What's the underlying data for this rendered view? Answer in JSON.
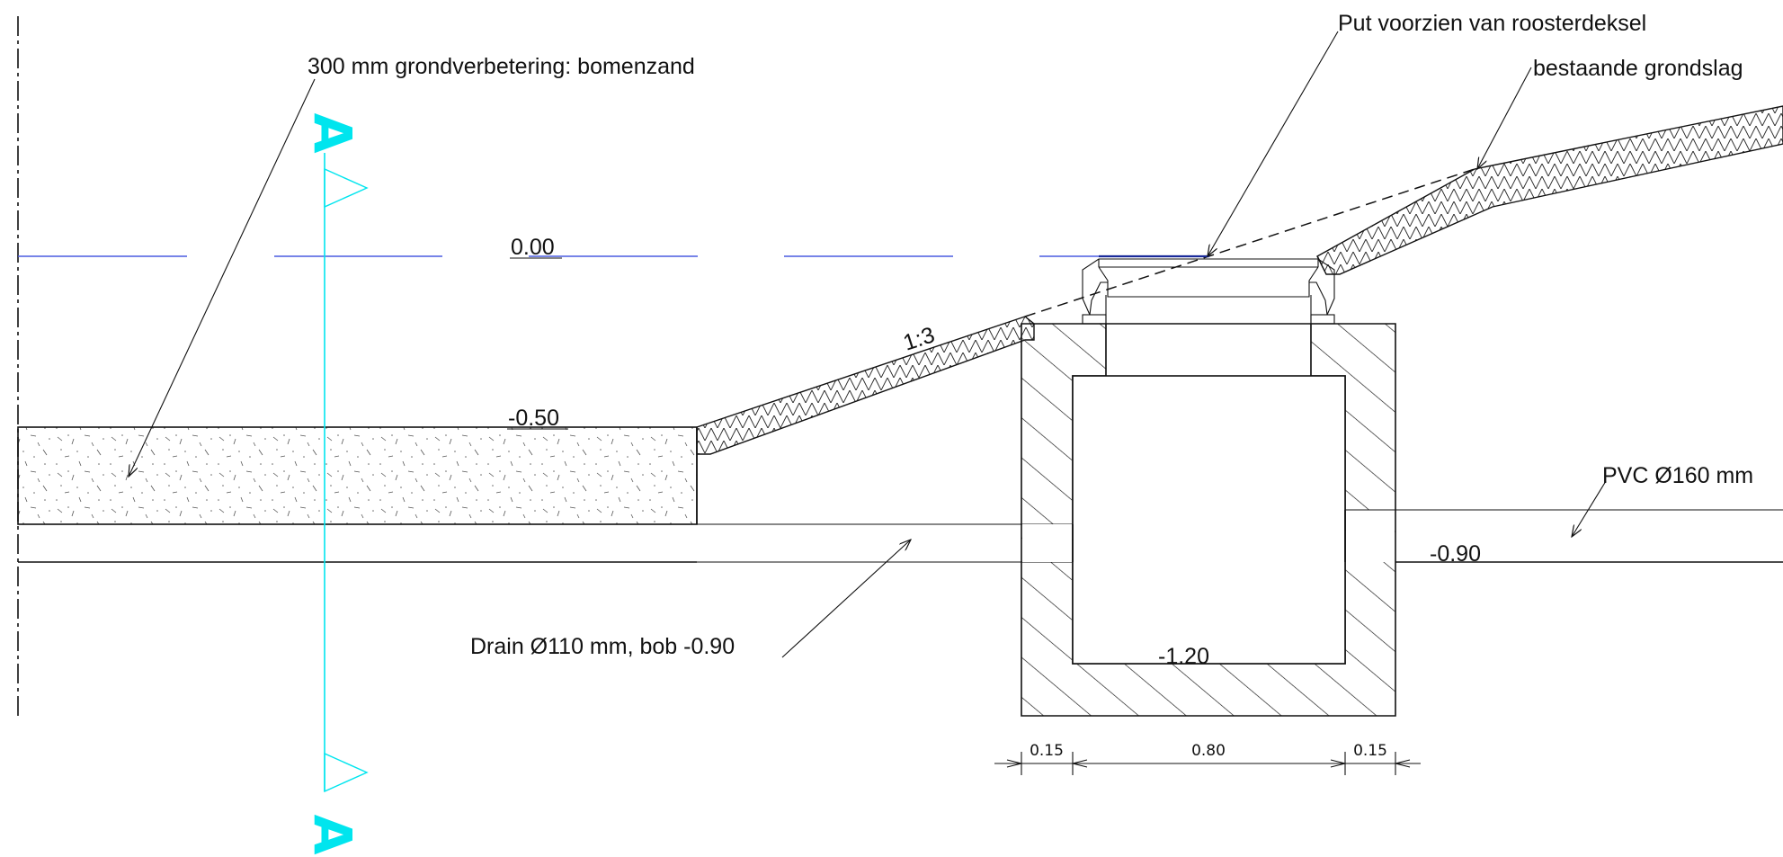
{
  "labels": {
    "put": "Put voorzien van roosterdeksel",
    "grondslag": "bestaande grondslag",
    "grondverbetering": "300 mm grondverbetering: bomenzand",
    "drain": "Drain Ø110 mm, bob -0.90",
    "pvc": "PVC Ø160 mm",
    "slope": "1:3"
  },
  "levels": {
    "zero": "0.00",
    "minus050": "-0.50",
    "minus090": "-0.90",
    "minus120": "-1.20"
  },
  "dimensions": {
    "left_wall": "0.15",
    "inner": "0.80",
    "right_wall": "0.15"
  },
  "section_marker": {
    "top": "A",
    "bottom": "A"
  },
  "colors": {
    "line": "#111111",
    "level_line": "#4a5be0",
    "section_line": "#00e5ee"
  }
}
